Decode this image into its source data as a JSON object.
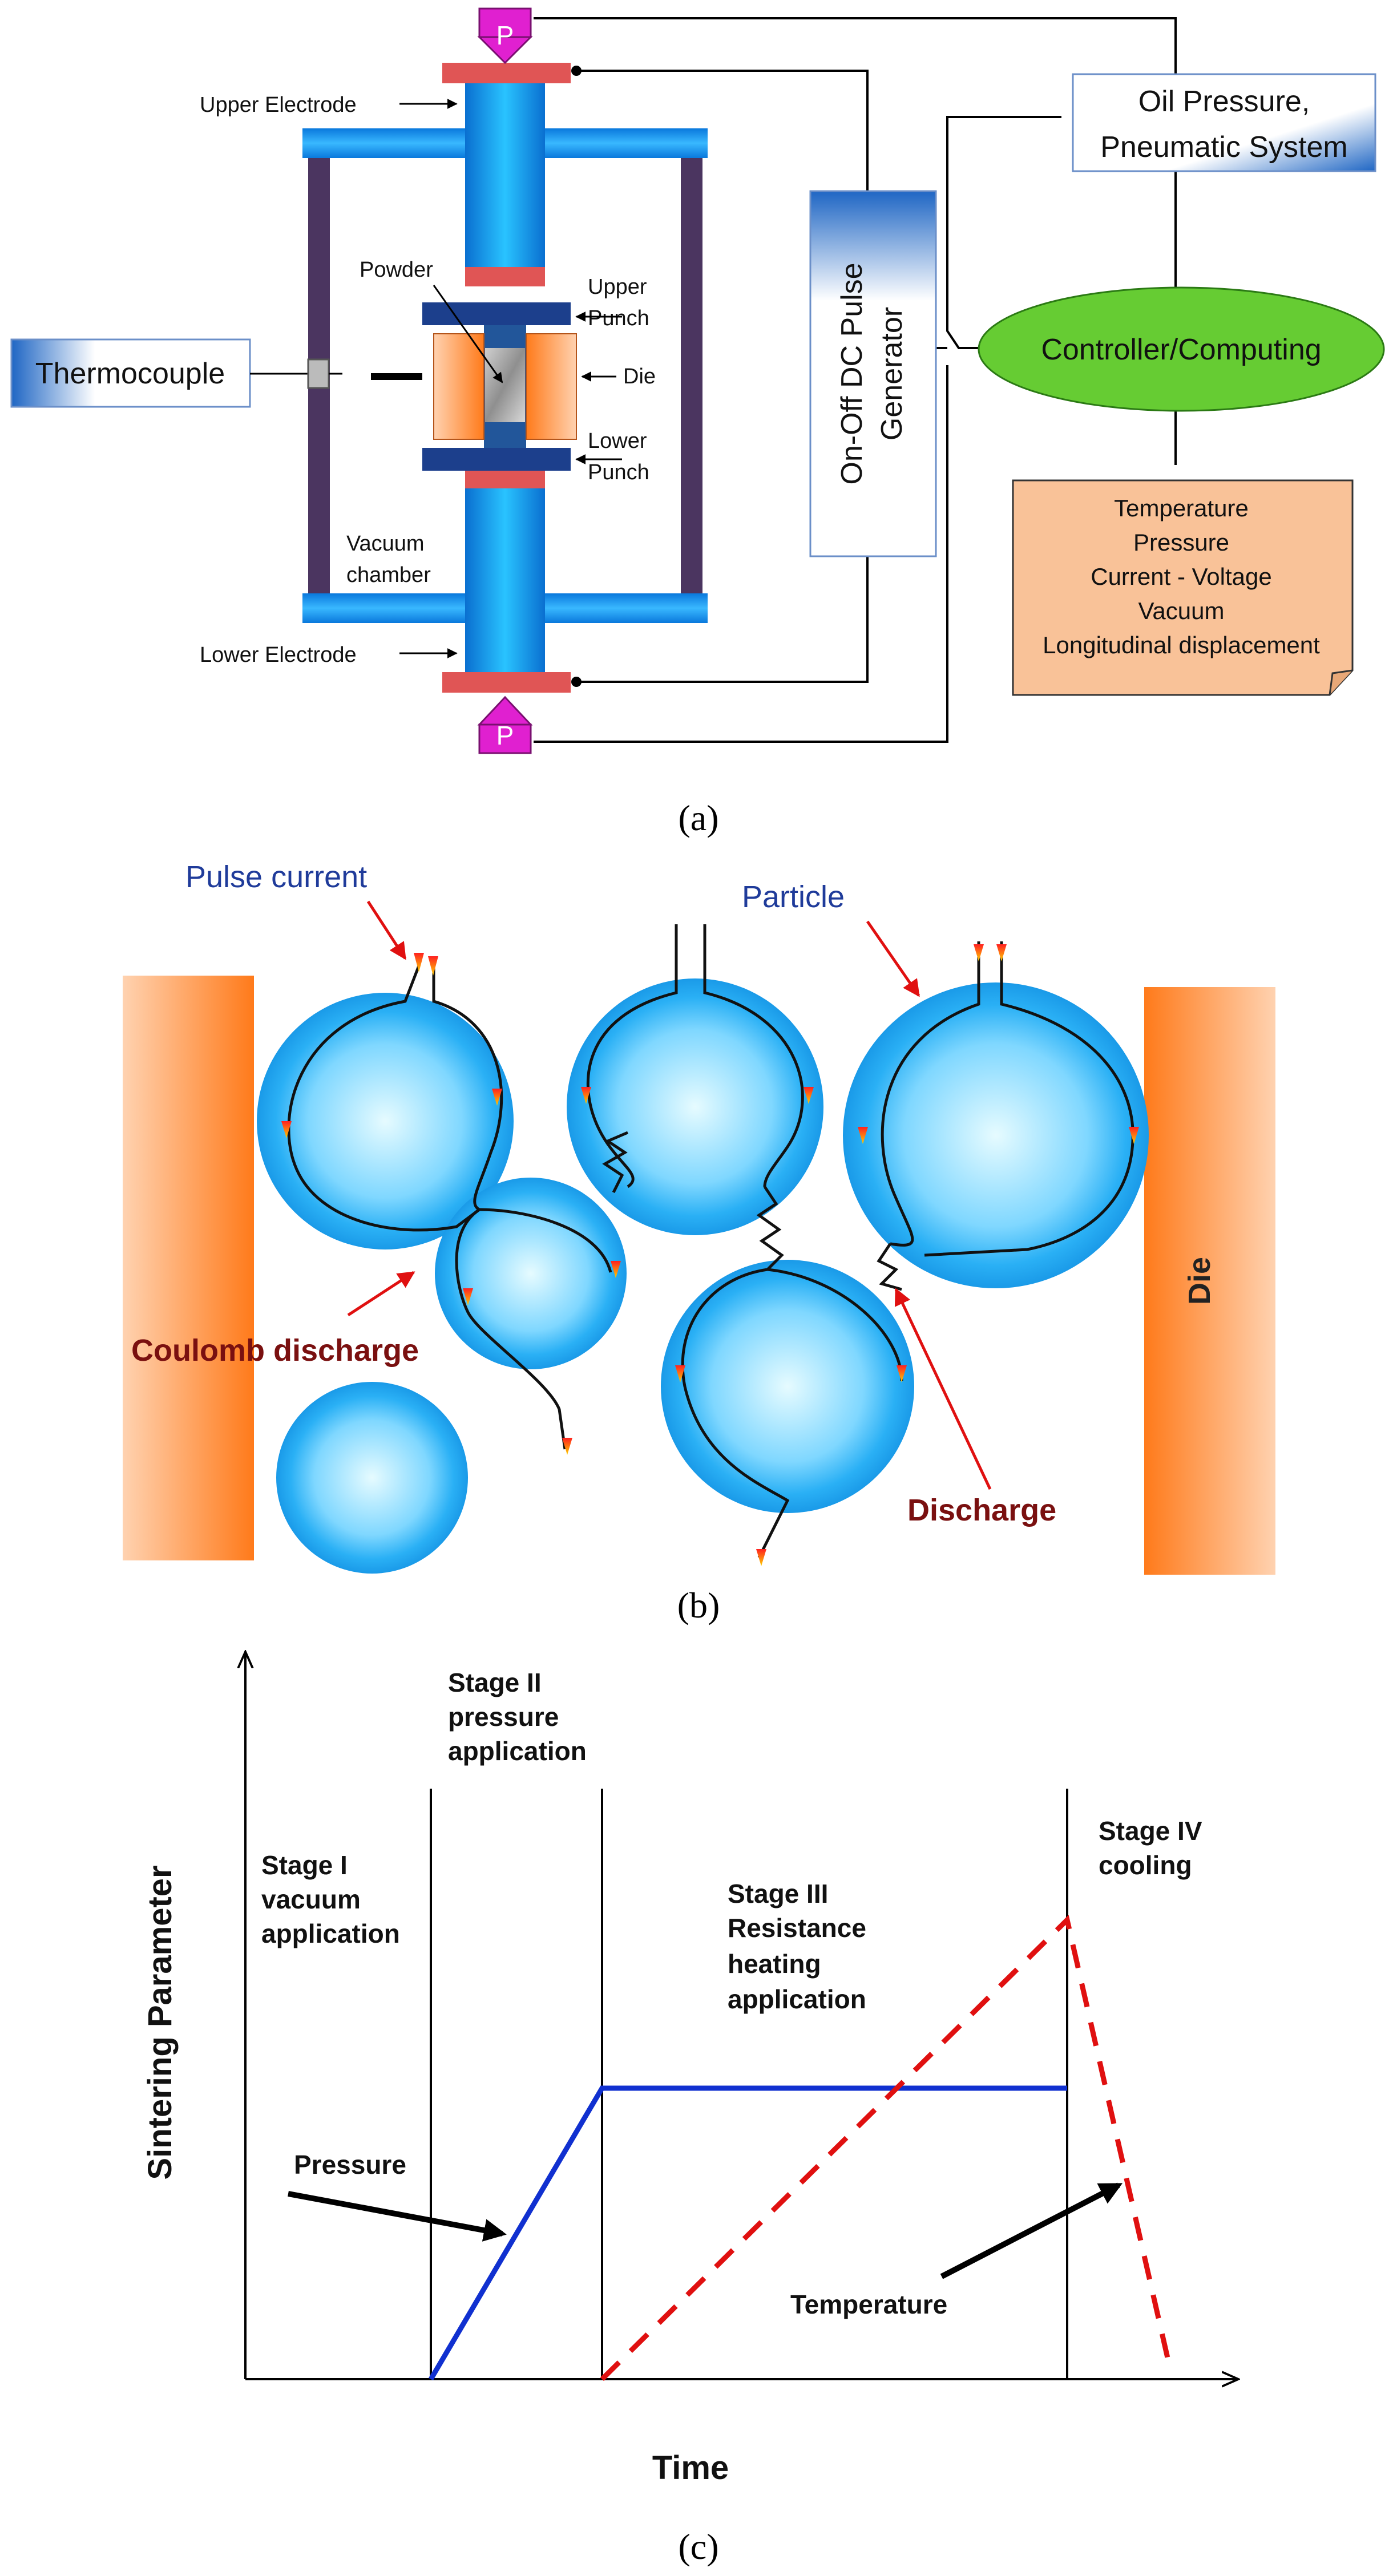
{
  "panel_a": {
    "letter": "(a)",
    "upper_electrode": "Upper Electrode",
    "lower_electrode": "Lower Electrode",
    "powder": "Powder",
    "upper_punch_1": "Upper",
    "upper_punch_2": "Punch",
    "lower_punch_1": "Lower",
    "lower_punch_2": "Punch",
    "die": "Die",
    "vacuum_1": "Vacuum",
    "vacuum_2": "chamber",
    "thermocouple": "Thermocouple",
    "pulse_gen_1": "On-Off DC Pulse",
    "pulse_gen_2": "Generator",
    "oil_1": "Oil Pressure,",
    "oil_2": "Pneumatic System",
    "controller": "Controller/Computing",
    "p_top": "P",
    "p_bottom": "P",
    "params": [
      "Temperature",
      "Pressure",
      "Current - Voltage",
      "Vacuum",
      "Longitudinal displacement"
    ]
  },
  "panel_b": {
    "letter": "(b)",
    "pulse_current": "Pulse current",
    "particle": "Particle",
    "coulomb": "Coulomb discharge",
    "discharge": "Discharge",
    "die": "Die"
  },
  "panel_c": {
    "letter": "(c)",
    "stage1": [
      "Stage I",
      "vacuum",
      "application"
    ],
    "stage2": [
      "Stage II",
      "pressure",
      "application"
    ],
    "stage3": [
      "Stage III",
      "Resistance",
      "heating",
      "application"
    ],
    "stage4": [
      "Stage IV",
      "cooling"
    ],
    "pressure_label": "Pressure",
    "temperature_label": "Temperature",
    "ylabel": "Sintering  Parameter",
    "xlabel": "Time"
  },
  "colors": {
    "electrode_blue": "#1a8fe3",
    "electrode_red": "#e05555",
    "pulse_magenta": "#e020d0",
    "controller_green": "#66cc33",
    "params_orange": "#f9c298",
    "die_orange": "#ff7f1a",
    "particle_blue": "#1aa3f0",
    "pressure_line": "#1030d0",
    "temperature_line": "#e01010"
  }
}
